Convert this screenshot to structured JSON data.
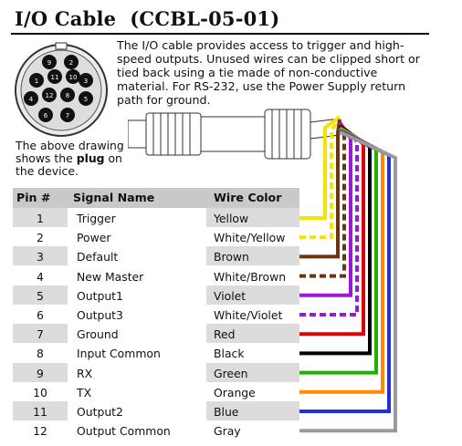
{
  "doc": {
    "title": "I/O Cable",
    "part_number": "(CCBL-05-01)",
    "description": "The I/O cable provides access to trigger and high-speed outputs. Unused wires can be clipped short or tied back using a tie made of non-conductive material. For RS-232, use the Power Supply return path for ground.",
    "caption_pre": "The above drawing shows the ",
    "caption_bold": "plug",
    "caption_post": " on the device."
  },
  "plug_pins": [
    "1",
    "2",
    "3",
    "4",
    "5",
    "6",
    "7",
    "8",
    "9",
    "10",
    "11",
    "12"
  ],
  "table": {
    "headers": {
      "pin": "Pin #",
      "signal": "Signal Name",
      "color": "Wire Color"
    },
    "rows": [
      {
        "pin": "1",
        "signal": "Trigger",
        "color": "Yellow"
      },
      {
        "pin": "2",
        "signal": "Power",
        "color": "White/Yellow"
      },
      {
        "pin": "3",
        "signal": "Default",
        "color": "Brown"
      },
      {
        "pin": "4",
        "signal": "New Master",
        "color": "White/Brown"
      },
      {
        "pin": "5",
        "signal": "Output1",
        "color": "Violet"
      },
      {
        "pin": "6",
        "signal": "Output3",
        "color": "White/Violet"
      },
      {
        "pin": "7",
        "signal": "Ground",
        "color": "Red"
      },
      {
        "pin": "8",
        "signal": "Input Common",
        "color": "Black"
      },
      {
        "pin": "9",
        "signal": "RX",
        "color": "Green"
      },
      {
        "pin": "10",
        "signal": "TX",
        "color": "Orange"
      },
      {
        "pin": "11",
        "signal": "Output2",
        "color": "Blue"
      },
      {
        "pin": "12",
        "signal": "Output Common",
        "color": "Gray"
      }
    ]
  },
  "wire_colors": {
    "yellow": "#f5e400",
    "brown": "#6b3410",
    "violet": "#9a19d6",
    "red": "#e00000",
    "black": "#000000",
    "green": "#22b000",
    "orange": "#ff8a00",
    "blue": "#1f2fe0",
    "gray": "#9a9a9a"
  }
}
